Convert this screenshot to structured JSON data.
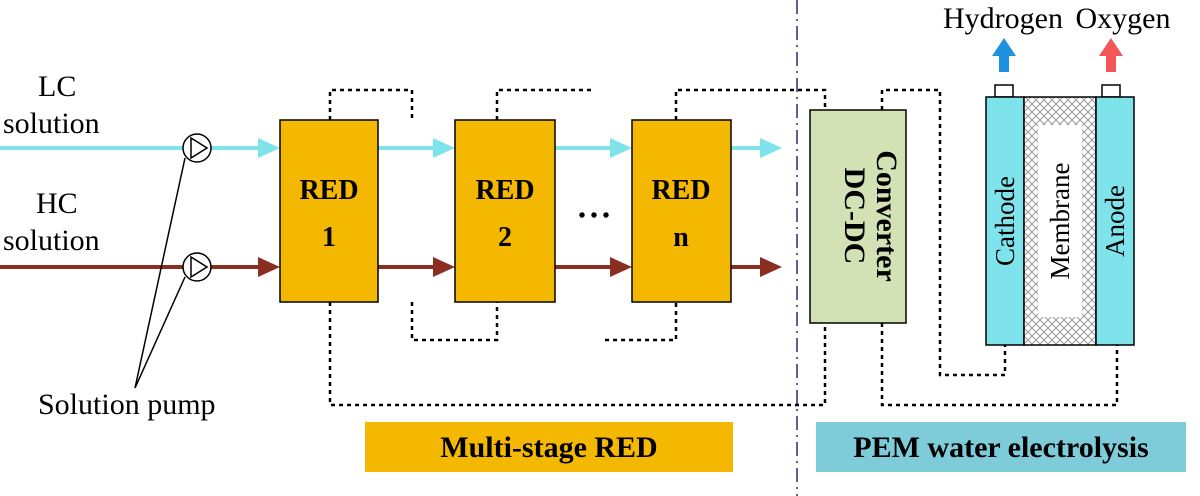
{
  "inputs": {
    "lc_line1": "LC",
    "lc_line2": "solution",
    "hc_line1": "HC",
    "hc_line2": "solution",
    "pump_label": "Solution pump"
  },
  "red_units": [
    {
      "line1": "RED",
      "line2": "1"
    },
    {
      "line1": "RED",
      "line2": "2"
    },
    {
      "line1": "RED",
      "line2": "n"
    }
  ],
  "ellipsis": "• • •",
  "converter": {
    "line1": "DC-DC",
    "line2": "Converter"
  },
  "electrolyzer": {
    "cathode": "Cathode",
    "membrane": "Membrane",
    "anode": "Anode",
    "hydrogen": "Hydrogen",
    "oxygen": "Oxygen"
  },
  "sections": {
    "red_label": "Multi-stage RED",
    "pem_label": "PEM water electrolysis"
  },
  "colors": {
    "lc_flow": "#7fe3ec",
    "hc_flow": "#8b2e22",
    "red_box": "#f5b800",
    "converter_box": "#d3e2b4",
    "electrode": "#7fe3ec",
    "hydrogen_arrow": "#1e90e0",
    "oxygen_arrow": "#f25656",
    "pem_label_bg": "#7ecbd9",
    "divider": "#6b5b95"
  }
}
